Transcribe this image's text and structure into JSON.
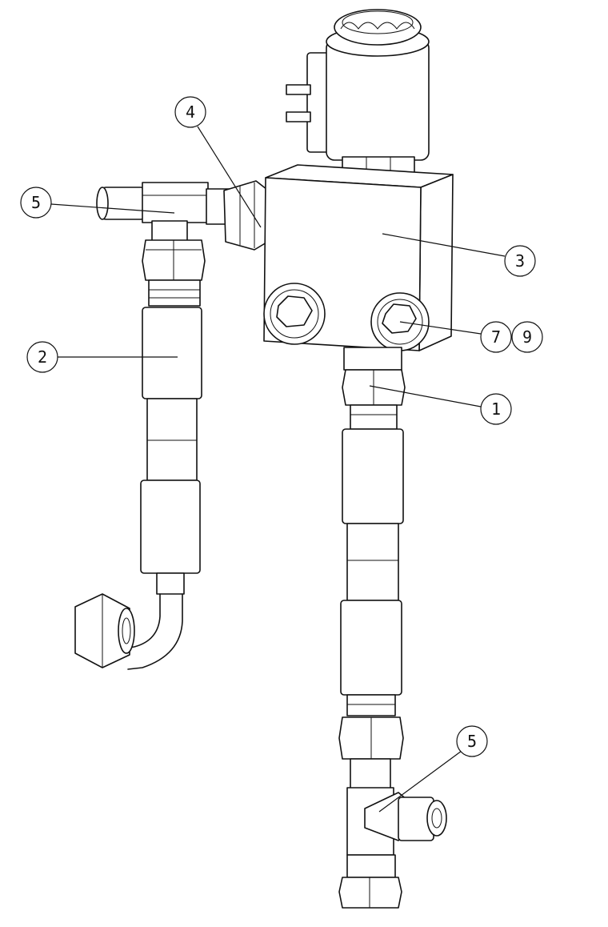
{
  "callouts": {
    "pipe_connector_right": "1",
    "hose_left": "2",
    "valve_block": "3",
    "fitting_elbow": "4",
    "tee_upper": "5",
    "bolt_a": "7",
    "bolt_b": "9",
    "tee_lower": "5"
  }
}
